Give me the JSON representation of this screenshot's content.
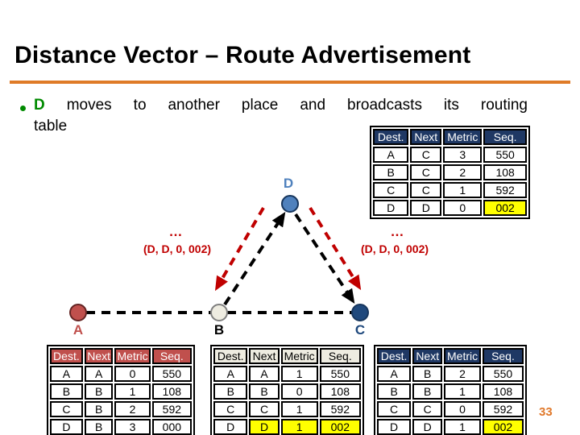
{
  "page": {
    "title": "Distance Vector – Route Advertisement",
    "page_number": "33"
  },
  "bullet": {
    "highlight_word": "D",
    "line1_rest": "moves to another place and broadcasts its routing",
    "line2": "table"
  },
  "diagram": {
    "nodes": [
      {
        "id": "A",
        "label": "A",
        "color": "#c0504d"
      },
      {
        "id": "B",
        "label": "B",
        "color": "#eeece1"
      },
      {
        "id": "C",
        "label": "C",
        "color": "#1f497d"
      },
      {
        "id": "D",
        "label": "D",
        "color": "#4f81bd"
      }
    ],
    "annotations": {
      "left_ellipsis": "…",
      "left_tuple": "(D, D, 0, 002)",
      "right_ellipsis": "…",
      "right_tuple": "(D, D, 0, 002)"
    }
  },
  "tables": {
    "headers": [
      "Dest.",
      "Next",
      "Metric",
      "Seq."
    ],
    "d": {
      "owner": "D",
      "rows": [
        [
          "A",
          "C",
          "3",
          "550"
        ],
        [
          "B",
          "C",
          "2",
          "108"
        ],
        [
          "C",
          "C",
          "1",
          "592"
        ],
        [
          "D",
          "D",
          "0",
          "002"
        ]
      ]
    },
    "a": {
      "owner": "A",
      "rows": [
        [
          "A",
          "A",
          "0",
          "550"
        ],
        [
          "B",
          "B",
          "1",
          "108"
        ],
        [
          "C",
          "B",
          "2",
          "592"
        ],
        [
          "D",
          "B",
          "3",
          "000"
        ]
      ]
    },
    "b": {
      "owner": "B",
      "rows": [
        [
          "A",
          "A",
          "1",
          "550"
        ],
        [
          "B",
          "B",
          "0",
          "108"
        ],
        [
          "C",
          "C",
          "1",
          "592"
        ],
        [
          "D",
          "D",
          "1",
          "002"
        ]
      ]
    },
    "c": {
      "owner": "C",
      "rows": [
        [
          "A",
          "B",
          "2",
          "550"
        ],
        [
          "B",
          "B",
          "1",
          "108"
        ],
        [
          "C",
          "C",
          "0",
          "592"
        ],
        [
          "D",
          "D",
          "1",
          "002"
        ]
      ]
    }
  },
  "colors": {
    "rule_orange": "#df7b27",
    "green_highlight": "#008a00",
    "red_annotation": "#c00000",
    "yellow_highlight": "#ffff00",
    "navy_header": "#1f3864",
    "red_header": "#c0504d",
    "cream_header": "#eeece1",
    "page_number_orange": "#e0782a"
  }
}
